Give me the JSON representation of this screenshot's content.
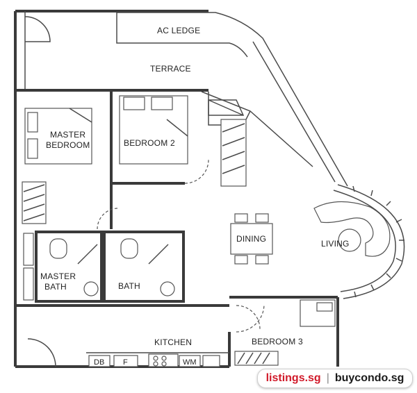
{
  "rooms": {
    "ac_ledge": "AC LEDGE",
    "terrace": "TERRACE",
    "master_bedroom_line1": "MASTER",
    "master_bedroom_line2": "BEDROOM",
    "bedroom2": "BEDROOM 2",
    "dining": "DINING",
    "living": "LIVING",
    "master_bath_line1": "MASTER",
    "master_bath_line2": "BATH",
    "bath": "BATH",
    "kitchen": "KITCHEN",
    "bedroom3": "BEDROOM 3"
  },
  "fixtures": {
    "db": "DB",
    "fridge": "F",
    "washing_machine": "WM"
  },
  "watermark": {
    "brand1": "listings.sg",
    "separator": "|",
    "brand2": "buycondo.sg"
  },
  "colors": {
    "brand1": "#d11a2a",
    "walls": "#3a3a3a"
  }
}
